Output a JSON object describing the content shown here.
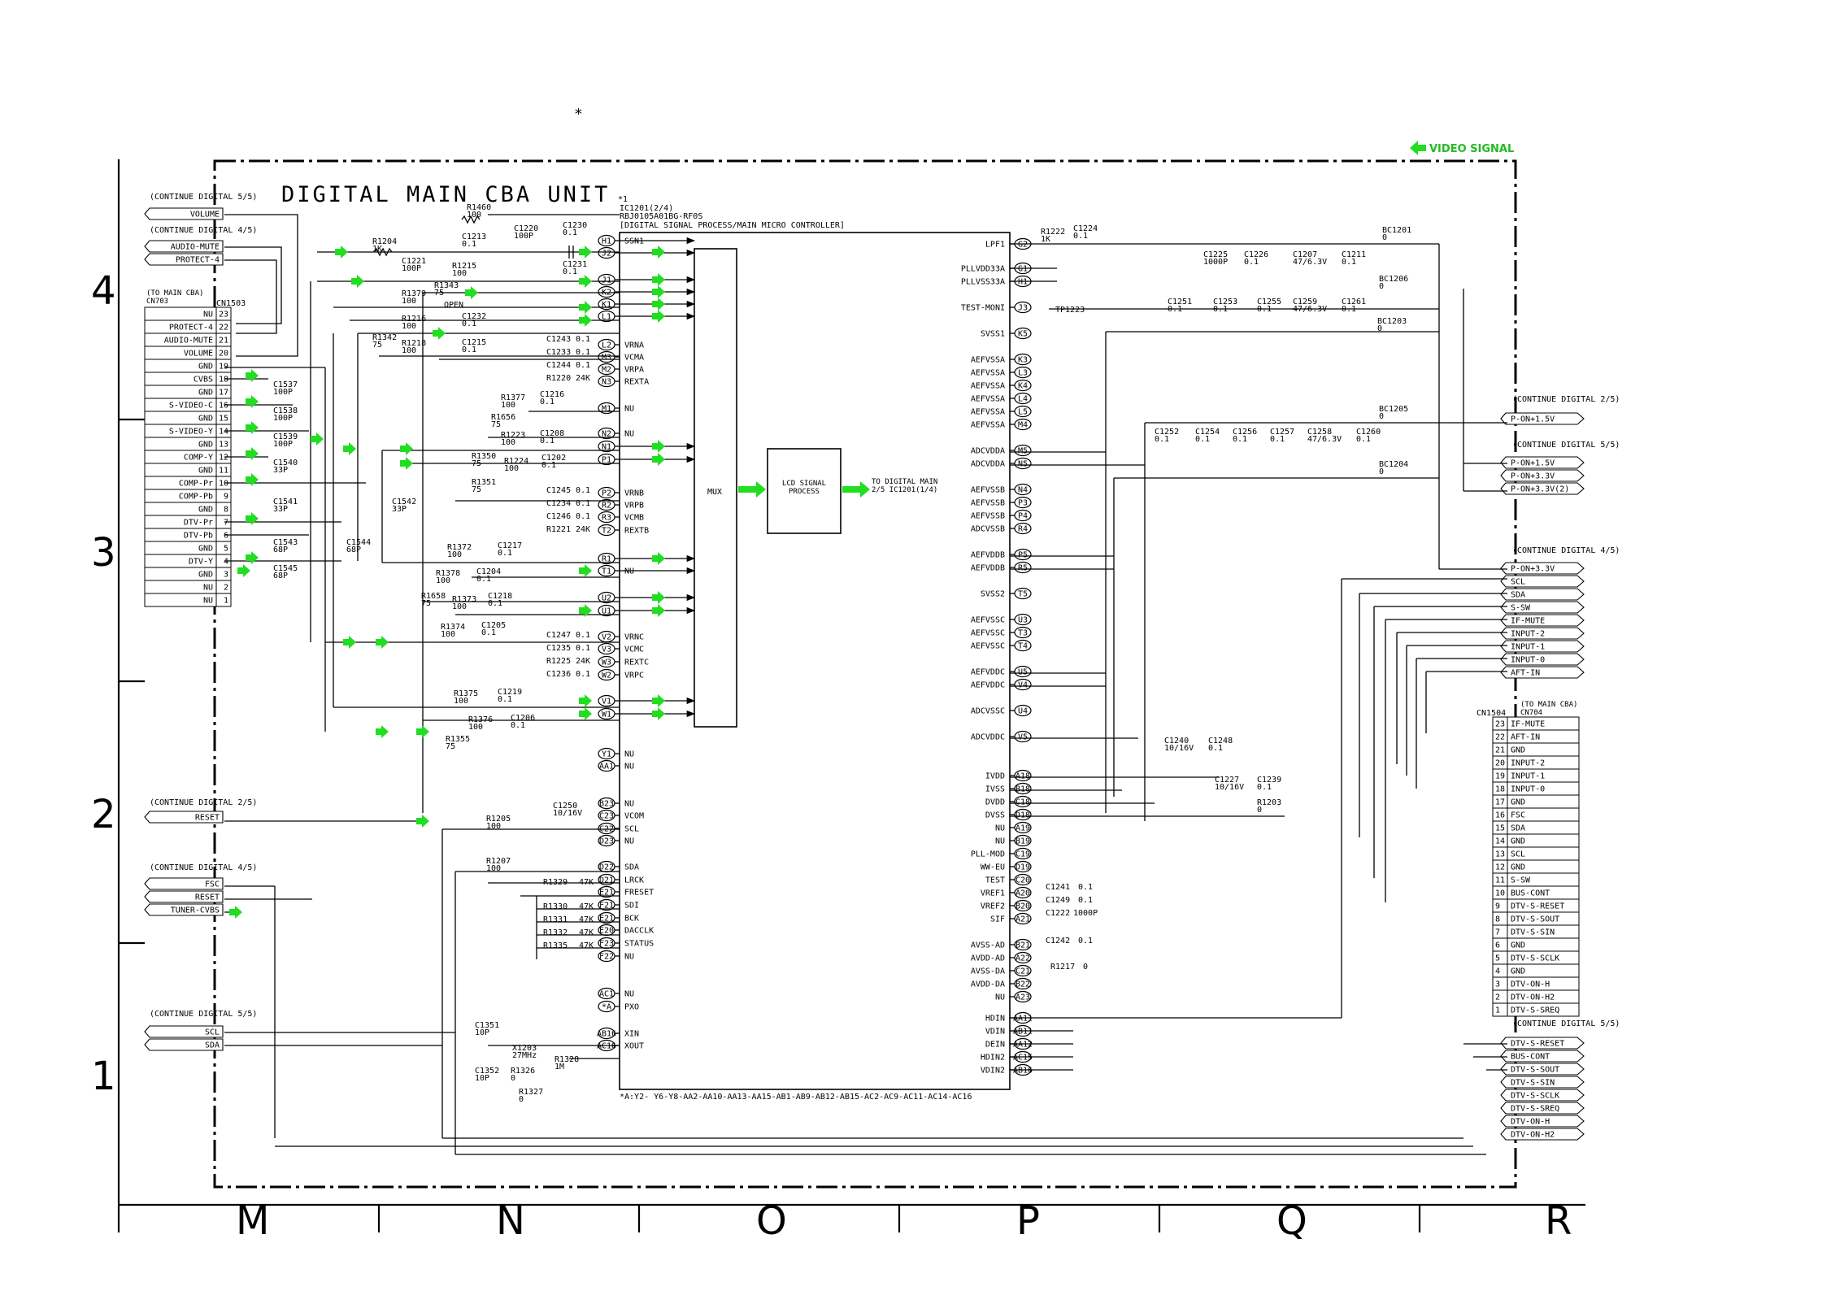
{
  "title": "DIGITAL MAIN CBA UNIT",
  "star_mark": "*",
  "video_signal_legend": "VIDEO SIGNAL",
  "grid": {
    "rows": [
      "4",
      "3",
      "2",
      "1"
    ],
    "columns": [
      "M",
      "N",
      "O",
      "P",
      "Q",
      "R"
    ]
  },
  "ic": {
    "ref": "IC1201(2/4)",
    "mark": "*1",
    "part": "RBJ0105A01BG-RF0S",
    "function": "[DIGITAL SIGNAL PROCESS/MAIN MICRO CONTROLLER]",
    "mux_label": "MUX",
    "lcd_label": "LCD SIGNAL PROCESS",
    "to_label": "TO DIGITAL MAIN 2/5 IC1201(1/4)",
    "footnote": "*A:Y2- Y6-Y8-AA2-AA10-AA13-AA15-AB1-AB9-AB12-AB15-AC2-AC9-AC11-AC14-AC16",
    "left_pins": [
      {
        "pin": "H1",
        "name": "SSN1"
      },
      {
        "pin": "J2",
        "name": ""
      },
      {
        "pin": "J1",
        "name": ""
      },
      {
        "pin": "K2",
        "name": ""
      },
      {
        "pin": "K1",
        "name": ""
      },
      {
        "pin": "L1",
        "name": ""
      },
      {
        "pin": "L2",
        "name": "VRNA"
      },
      {
        "pin": "M3",
        "name": "VCMA"
      },
      {
        "pin": "M2",
        "name": "VRPA"
      },
      {
        "pin": "N3",
        "name": "REXTA"
      },
      {
        "pin": "M1",
        "name": "NU"
      },
      {
        "pin": "N2",
        "name": "NU"
      },
      {
        "pin": "N1",
        "name": ""
      },
      {
        "pin": "P1",
        "name": ""
      },
      {
        "pin": "P2",
        "name": "VRNB"
      },
      {
        "pin": "R2",
        "name": "VRPB"
      },
      {
        "pin": "R3",
        "name": "VCMB"
      },
      {
        "pin": "T2",
        "name": "REXTB"
      },
      {
        "pin": "R1",
        "name": ""
      },
      {
        "pin": "T1",
        "name": "NU"
      },
      {
        "pin": "U2",
        "name": ""
      },
      {
        "pin": "U1",
        "name": ""
      },
      {
        "pin": "V2",
        "name": "VRNC"
      },
      {
        "pin": "V3",
        "name": "VCMC"
      },
      {
        "pin": "W3",
        "name": "REXTC"
      },
      {
        "pin": "W2",
        "name": "VRPC"
      },
      {
        "pin": "V1",
        "name": ""
      },
      {
        "pin": "W1",
        "name": ""
      },
      {
        "pin": "Y1",
        "name": "NU"
      },
      {
        "pin": "AA1",
        "name": "NU"
      },
      {
        "pin": "B23",
        "name": "NU"
      },
      {
        "pin": "C23",
        "name": "VCOM"
      },
      {
        "pin": "C22",
        "name": "SCL"
      },
      {
        "pin": "D23",
        "name": "NU"
      },
      {
        "pin": "D22",
        "name": "SDA"
      },
      {
        "pin": "D21",
        "name": "LRCK"
      },
      {
        "pin": "E21",
        "name": "FRESET"
      },
      {
        "pin": "F21",
        "name": "SDI"
      },
      {
        "pin": "E21",
        "name": "BCK"
      },
      {
        "pin": "E20",
        "name": "DACCLK"
      },
      {
        "pin": "F23",
        "name": "STATUS"
      },
      {
        "pin": "F22",
        "name": "NU"
      },
      {
        "pin": "AC1",
        "name": "NU"
      },
      {
        "pin": "*A",
        "name": "PXO"
      },
      {
        "pin": "AB16",
        "name": "XIN"
      },
      {
        "pin": "AC16",
        "name": "XOUT"
      }
    ],
    "right_pins": [
      {
        "pin": "G2",
        "name": "LPF1"
      },
      {
        "pin": "G1",
        "name": "PLLVDD33A"
      },
      {
        "pin": "H1",
        "name": "PLLVSS33A"
      },
      {
        "pin": "J3",
        "name": "TEST-MONI"
      },
      {
        "pin": "K5",
        "name": "SVSS1"
      },
      {
        "pin": "K3",
        "name": "AEFVSSA"
      },
      {
        "pin": "L3",
        "name": "AEFVSSA"
      },
      {
        "pin": "K4",
        "name": "AEFVSSA"
      },
      {
        "pin": "L4",
        "name": "AEFVSSA"
      },
      {
        "pin": "L5",
        "name": "AEFVSSA"
      },
      {
        "pin": "M4",
        "name": "AEFVSSA"
      },
      {
        "pin": "M5",
        "name": "ADCVDDA"
      },
      {
        "pin": "N5",
        "name": "ADCVDDA"
      },
      {
        "pin": "N4",
        "name": "AEFVSSB"
      },
      {
        "pin": "P3",
        "name": "AEFVSSB"
      },
      {
        "pin": "P4",
        "name": "AEFVSSB"
      },
      {
        "pin": "R4",
        "name": "ADCVSSB"
      },
      {
        "pin": "P5",
        "name": "AEFVDDB"
      },
      {
        "pin": "R5",
        "name": "AEFVDDB"
      },
      {
        "pin": "T5",
        "name": "SVSS2"
      },
      {
        "pin": "U3",
        "name": "AEFVSSC"
      },
      {
        "pin": "T3",
        "name": "AEFVSSC"
      },
      {
        "pin": "T4",
        "name": "AEFVSSC"
      },
      {
        "pin": "U5",
        "name": "AEFVDDC"
      },
      {
        "pin": "V4",
        "name": "AEFVDDC"
      },
      {
        "pin": "U4",
        "name": "ADCVSSC"
      },
      {
        "pin": "V5",
        "name": "ADCVDDC"
      },
      {
        "pin": "A18",
        "name": "IVDD"
      },
      {
        "pin": "B18",
        "name": "IVSS"
      },
      {
        "pin": "C18",
        "name": "DVDD"
      },
      {
        "pin": "D18",
        "name": "DVSS"
      },
      {
        "pin": "A19",
        "name": "NU"
      },
      {
        "pin": "B19",
        "name": "NU"
      },
      {
        "pin": "C19",
        "name": "PLL-MOD"
      },
      {
        "pin": "D19",
        "name": "WW-EU"
      },
      {
        "pin": "C20",
        "name": "TEST"
      },
      {
        "pin": "A20",
        "name": "VREF1"
      },
      {
        "pin": "B20",
        "name": "VREF2"
      },
      {
        "pin": "A21",
        "name": "SIF"
      },
      {
        "pin": "B21",
        "name": "AVSS-AD"
      },
      {
        "pin": "A22",
        "name": "AVDD-AD"
      },
      {
        "pin": "C21",
        "name": "AVSS-DA"
      },
      {
        "pin": "B22",
        "name": "AVDD-DA"
      },
      {
        "pin": "A23",
        "name": "NU"
      },
      {
        "pin": "AA11",
        "name": "HDIN"
      },
      {
        "pin": "AB11",
        "name": "VDIN"
      },
      {
        "pin": "AA12",
        "name": "DEIN"
      },
      {
        "pin": "AC15",
        "name": "HDIN2"
      },
      {
        "pin": "AB16",
        "name": "VDIN2"
      }
    ]
  },
  "cn1503": {
    "ref": "CN1503",
    "dest": "(TO MAIN CBA) CN703",
    "pins": [
      {
        "n": "23",
        "s": "NU"
      },
      {
        "n": "22",
        "s": "PROTECT-4"
      },
      {
        "n": "21",
        "s": "AUDIO-MUTE"
      },
      {
        "n": "20",
        "s": "VOLUME"
      },
      {
        "n": "19",
        "s": "GND"
      },
      {
        "n": "18",
        "s": "CVBS"
      },
      {
        "n": "17",
        "s": "GND"
      },
      {
        "n": "16",
        "s": "S-VIDEO-C"
      },
      {
        "n": "15",
        "s": "GND"
      },
      {
        "n": "14",
        "s": "S-VIDEO-Y"
      },
      {
        "n": "13",
        "s": "GND"
      },
      {
        "n": "12",
        "s": "COMP-Y"
      },
      {
        "n": "11",
        "s": "GND"
      },
      {
        "n": "10",
        "s": "COMP-Pr"
      },
      {
        "n": "9",
        "s": "COMP-Pb"
      },
      {
        "n": "8",
        "s": "GND"
      },
      {
        "n": "7",
        "s": "DTV-Pr"
      },
      {
        "n": "6",
        "s": "DTV-Pb"
      },
      {
        "n": "5",
        "s": "GND"
      },
      {
        "n": "4",
        "s": "DTV-Y"
      },
      {
        "n": "3",
        "s": "GND"
      },
      {
        "n": "2",
        "s": "NU"
      },
      {
        "n": "1",
        "s": "NU"
      }
    ]
  },
  "cn1504": {
    "ref": "CN1504",
    "dest": "(TO MAIN CBA) CN704",
    "pins": [
      {
        "n": "23",
        "s": "IF-MUTE"
      },
      {
        "n": "22",
        "s": "AFT-IN"
      },
      {
        "n": "21",
        "s": "GND"
      },
      {
        "n": "20",
        "s": "INPUT-2"
      },
      {
        "n": "19",
        "s": "INPUT-1"
      },
      {
        "n": "18",
        "s": "INPUT-0"
      },
      {
        "n": "17",
        "s": "GND"
      },
      {
        "n": "16",
        "s": "FSC"
      },
      {
        "n": "15",
        "s": "SDA"
      },
      {
        "n": "14",
        "s": "GND"
      },
      {
        "n": "13",
        "s": "SCL"
      },
      {
        "n": "12",
        "s": "GND"
      },
      {
        "n": "11",
        "s": "S-SW"
      },
      {
        "n": "10",
        "s": "BUS-CONT"
      },
      {
        "n": "9",
        "s": "DTV-S-RESET"
      },
      {
        "n": "8",
        "s": "DTV-S-SOUT"
      },
      {
        "n": "7",
        "s": "DTV-S-SIN"
      },
      {
        "n": "6",
        "s": "GND"
      },
      {
        "n": "5",
        "s": "DTV-S-SCLK"
      },
      {
        "n": "4",
        "s": "GND"
      },
      {
        "n": "3",
        "s": "DTV-ON-H"
      },
      {
        "n": "2",
        "s": "DTV-ON-H2"
      },
      {
        "n": "1",
        "s": "DTV-S-SREQ"
      }
    ]
  },
  "left_offpage": [
    {
      "cont": "(CONTINUE DIGITAL 5/5)",
      "signals": [
        "VOLUME"
      ]
    },
    {
      "cont": "(CONTINUE DIGITAL 4/5)",
      "signals": [
        "AUDIO-MUTE",
        "PROTECT-4"
      ]
    },
    {
      "cont": "(CONTINUE DIGITAL 2/5)",
      "signals": [
        "RESET"
      ]
    },
    {
      "cont": "(CONTINUE DIGITAL 4/5)",
      "signals": [
        "FSC",
        "RESET",
        "TUNER-CVBS"
      ]
    },
    {
      "cont": "(CONTINUE DIGITAL 5/5)",
      "signals": [
        "SCL",
        "SDA"
      ]
    }
  ],
  "right_offpage": [
    {
      "cont": "(CONTINUE DIGITAL 2/5)",
      "signals": [
        "P-ON+1.5V"
      ]
    },
    {
      "cont": "(CONTINUE DIGITAL 5/5)",
      "signals": [
        "P-ON+1.5V",
        "P-ON+3.3V",
        "P-ON+3.3V(2)"
      ]
    },
    {
      "cont": "(CONTINUE DIGITAL 4/5)",
      "signals": [
        "P-ON+3.3V",
        "SCL",
        "SDA",
        "S-SW",
        "IF-MUTE",
        "INPUT-2",
        "INPUT-1",
        "INPUT-0",
        "AFT-IN"
      ]
    },
    {
      "cont": "(CONTINUE DIGITAL 5/5)",
      "signals": [
        "DTV-S-RESET",
        "BUS-CONT",
        "DTV-S-SOUT",
        "DTV-S-SIN",
        "DTV-S-SCLK",
        "DTV-S-SREQ",
        "DTV-ON-H",
        "DTV-ON-H2"
      ]
    }
  ],
  "parts": {
    "r1460": [
      "R1460",
      "100"
    ],
    "c1220": [
      "C1220",
      "100P"
    ],
    "c1230": [
      "C1230",
      "0.1"
    ],
    "r1204": [
      "R1204",
      "1K"
    ],
    "c1221": [
      "C1221",
      "100P"
    ],
    "c1213": [
      "C1213",
      "0.1"
    ],
    "c1231": [
      "C1231",
      "0.1"
    ],
    "r1215": [
      "R1215",
      "100"
    ],
    "r1343": [
      "R1343",
      "75"
    ],
    "r1379": [
      "R1379",
      "100"
    ],
    "open": "OPEN",
    "r1216": [
      "R1216",
      "100"
    ],
    "c1232": [
      "C1232",
      "0.1"
    ],
    "r1342": [
      "R1342",
      "75"
    ],
    "r1218": [
      "R1218",
      "100"
    ],
    "c1215": [
      "C1215",
      "0.1"
    ],
    "c1243": [
      "C1243",
      "0.1"
    ],
    "c1233": [
      "C1233",
      "0.1"
    ],
    "c1244": [
      "C1244",
      "0.1"
    ],
    "r1220": [
      "R1220",
      "24K"
    ],
    "r1377": [
      "R1377",
      "100"
    ],
    "c1216": [
      "C1216",
      "0.1"
    ],
    "r1656": [
      "R1656",
      "75"
    ],
    "r1223": [
      "R1223",
      "100"
    ],
    "c1208": [
      "C1208",
      "0.1"
    ],
    "r1350": [
      "R1350",
      "75"
    ],
    "r1224": [
      "R1224",
      "100"
    ],
    "c1202": [
      "C1202",
      "0.1"
    ],
    "r1351": [
      "R1351",
      "75"
    ],
    "c1245": [
      "C1245",
      "0.1"
    ],
    "c1234": [
      "C1234",
      "0.1"
    ],
    "c1246": [
      "C1246",
      "0.1"
    ],
    "r1221": [
      "R1221",
      "24K"
    ],
    "r1372": [
      "R1372",
      "100"
    ],
    "c1217": [
      "C1217",
      "0.1"
    ],
    "r1378": [
      "R1378",
      "100"
    ],
    "c1204": [
      "C1204",
      "0.1"
    ],
    "r1658": [
      "R1658",
      "75"
    ],
    "r1373": [
      "R1373",
      "100"
    ],
    "c1218": [
      "C1218",
      "0.1"
    ],
    "r1374": [
      "R1374",
      "100"
    ],
    "c1205": [
      "C1205",
      "0.1"
    ],
    "c1247": [
      "C1247",
      "0.1"
    ],
    "c1235": [
      "C1235",
      "0.1"
    ],
    "r1225": [
      "R1225",
      "24K"
    ],
    "c1236": [
      "C1236",
      "0.1"
    ],
    "r1375": [
      "R1375",
      "100"
    ],
    "c1219": [
      "C1219",
      "0.1"
    ],
    "r1376": [
      "R1376",
      "100"
    ],
    "c1206": [
      "C1206",
      "0.1"
    ],
    "r1355": [
      "R1355",
      "75"
    ],
    "c1537": [
      "C1537",
      "100P"
    ],
    "c1538": [
      "C1538",
      "100P"
    ],
    "c1539": [
      "C1539",
      "100P"
    ],
    "c1540": [
      "C1540",
      "33P"
    ],
    "c1541": [
      "C1541",
      "33P"
    ],
    "c1542": [
      "C1542",
      "33P"
    ],
    "c1543": [
      "C1543",
      "68P"
    ],
    "c1544": [
      "C1544",
      "68P"
    ],
    "c1545": [
      "C1545",
      "68P"
    ],
    "c1250": [
      "C1250",
      "10/16V"
    ],
    "r1205": [
      "R1205",
      "100"
    ],
    "r1207": [
      "R1207",
      "100"
    ],
    "r1329": [
      "R1329",
      "47K"
    ],
    "r1330": [
      "R1330",
      "47K"
    ],
    "r1331": [
      "R1331",
      "47K"
    ],
    "r1332": [
      "R1332",
      "47K"
    ],
    "r1335": [
      "R1335",
      "47K"
    ],
    "c1351": [
      "C1351",
      "10P"
    ],
    "x1203": [
      "X1203",
      "27MHz"
    ],
    "r1328": [
      "R1328",
      "1M"
    ],
    "c1352": [
      "C1352",
      "10P"
    ],
    "r1326": [
      "R1326",
      "0"
    ],
    "r1327": [
      "R1327",
      "0"
    ],
    "r1222": [
      "R1222",
      "1K"
    ],
    "c1224": [
      "C1224",
      "0.1"
    ],
    "bc1201": [
      "BC1201",
      "0"
    ],
    "c1225": [
      "C1225",
      "1000P"
    ],
    "c1226": [
      "C1226",
      "0.1"
    ],
    "c1207": [
      "C1207",
      "47/6.3V"
    ],
    "c1211": [
      "C1211",
      "0.1"
    ],
    "bc1206": [
      "BC1206",
      "0"
    ],
    "c1251": [
      "C1251",
      "0.1"
    ],
    "c1253": [
      "C1253",
      "0.1"
    ],
    "c1255": [
      "C1255",
      "0.1"
    ],
    "c1259": [
      "C1259",
      "47/6.3V"
    ],
    "c1261": [
      "C1261",
      "0.1"
    ],
    "bc1203": [
      "BC1203",
      "0"
    ],
    "tp1223": "TP1223",
    "bc1205": [
      "BC1205",
      "0"
    ],
    "c1252": [
      "C1252",
      "0.1"
    ],
    "c1254": [
      "C1254",
      "0.1"
    ],
    "c1256": [
      "C1256",
      "0.1"
    ],
    "c1257": [
      "C1257",
      "0.1"
    ],
    "c1258": [
      "C1258",
      "47/6.3V"
    ],
    "c1260": [
      "C1260",
      "0.1"
    ],
    "bc1204": [
      "BC1204",
      "0"
    ],
    "c1240": [
      "C1240",
      "10/16V"
    ],
    "c1248": [
      "C1248",
      "0.1"
    ],
    "c1227": [
      "C1227",
      "10/16V"
    ],
    "c1239": [
      "C1239",
      "0.1"
    ],
    "r1203": [
      "R1203",
      "0"
    ],
    "c1241": [
      "C1241",
      "0.1"
    ],
    "c1249": [
      "C1249",
      "0.1"
    ],
    "c1222": [
      "C1222",
      "1000P"
    ],
    "c1242": [
      "C1242",
      "0.1"
    ],
    "r1217": [
      "R1217",
      "0"
    ]
  }
}
